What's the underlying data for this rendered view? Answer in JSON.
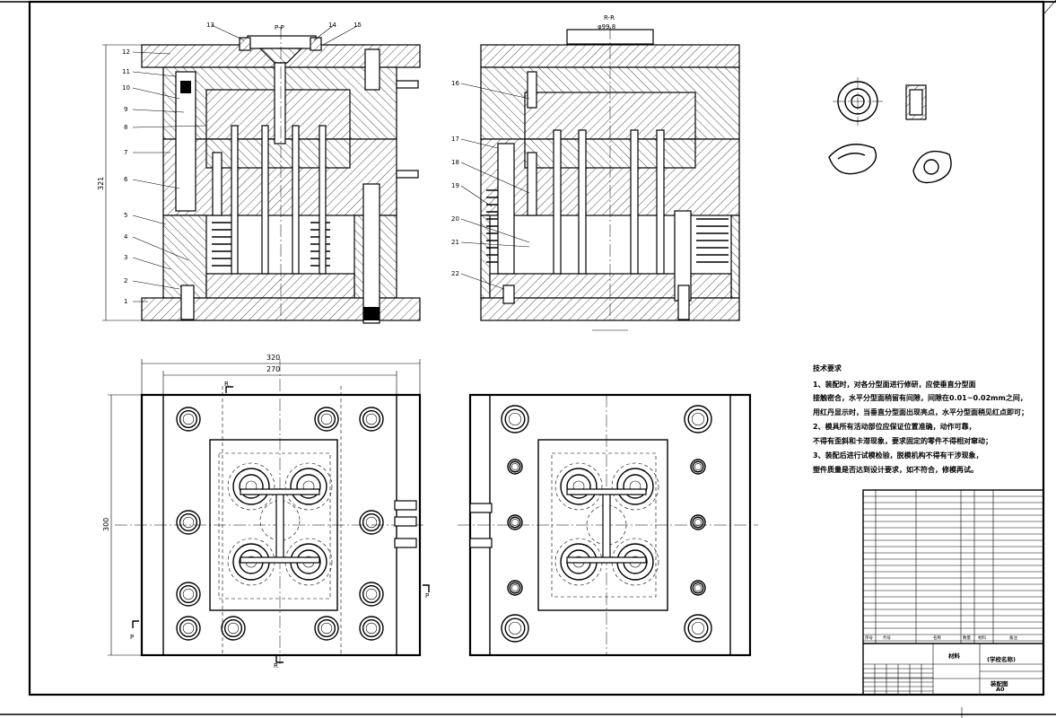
{
  "section_labels": {
    "left": "P-P",
    "right": "R-R",
    "right_dia": "φ99.8"
  },
  "part_numbers": [
    "1",
    "2",
    "3",
    "4",
    "5",
    "6",
    "7",
    "8",
    "9",
    "10",
    "11",
    "12",
    "13",
    "14",
    "15",
    "16",
    "17",
    "18",
    "19",
    "20",
    "21",
    "22"
  ],
  "dimensions": {
    "left_height": "321",
    "plan_width_outer": "320",
    "plan_width_inner": "270",
    "plan_height": "300"
  },
  "section_marks": {
    "r": "R",
    "p": "P"
  },
  "tech_requirements": {
    "title": "技术要求",
    "lines": [
      "1、装配时，对各分型面进行修研，应使垂直分型面",
      "接触密合，水平分型面稍留有间隙，间隙在0.01~0.02mm之间，",
      "用红丹显示时，当垂直分型面出现亮点，水平分型面稍见红点即可；",
      "2、模具所有活动部位应保证位置准确，动作可靠，",
      "不得有歪斜和卡滞现象，要求固定的零件不得相对窜动；",
      "3、装配后进行试模检验，脱模机构不得有干涉现象，",
      "塑件质量是否达到设计要求，如不符合，修模再试。"
    ]
  },
  "title_block": {
    "material_label": "材料",
    "company": "(学校名称)",
    "drawing_name": "装配图",
    "sheet_size": "A0",
    "head_cols": [
      "序号",
      "代号",
      "名称",
      "数量",
      "材料",
      "备注"
    ]
  },
  "colors": {
    "line": "#000000",
    "paper": "#ffffff"
  }
}
